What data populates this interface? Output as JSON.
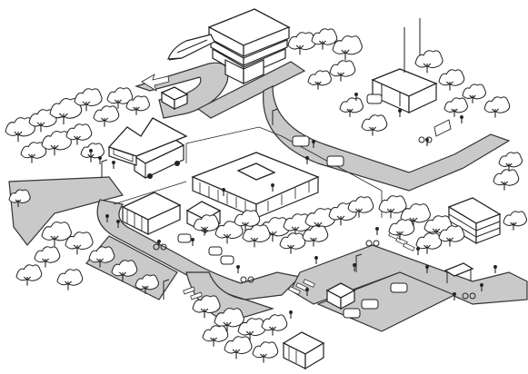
{
  "scene": {
    "kind": "isometric urban campus sketch",
    "palette": {
      "paper": "#ffffff",
      "ink": "#222222",
      "road": "#c9c9c9"
    },
    "elements": {
      "train-icon": "train",
      "tower-building-icon": "stacked office tower",
      "main-campus-building-icon": "large flat-roof building",
      "bus-icon": "bus",
      "car-icon": "car",
      "tree-icon": "tree",
      "bicycle-icon": "bicycle",
      "person-icon": "pedestrian"
    }
  }
}
